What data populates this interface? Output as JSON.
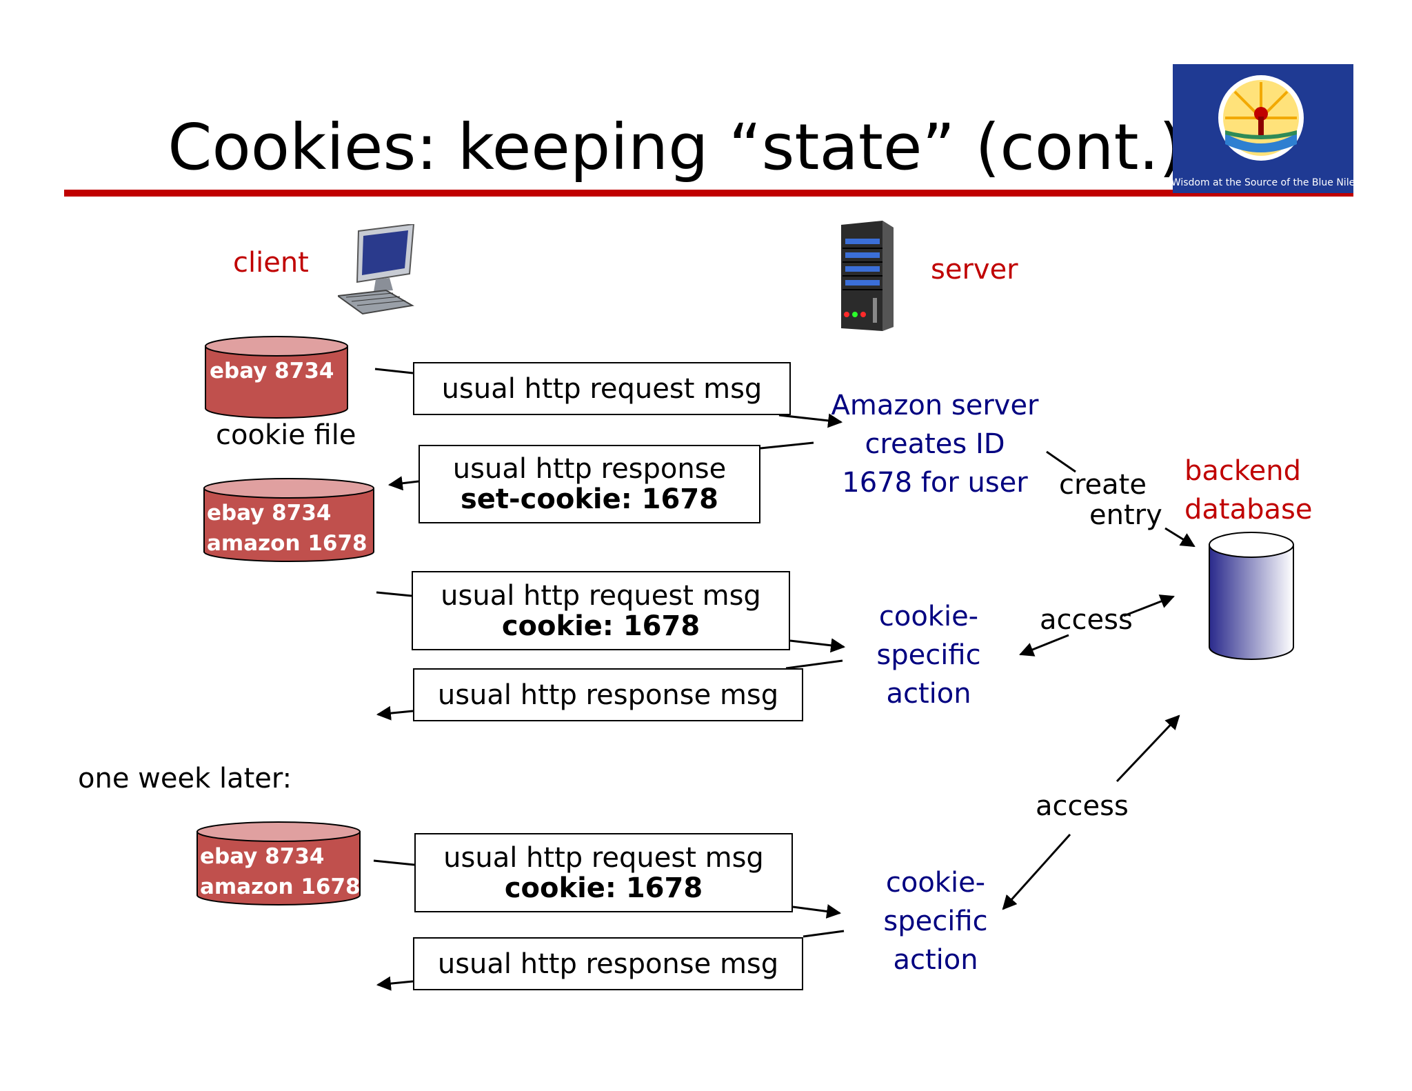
{
  "title": "Cookies: keeping “state” (cont.)",
  "logo": {
    "caption": "Wisdom at the Source of the Blue Nile"
  },
  "labels": {
    "client": "client",
    "server": "server",
    "cookie_file": "cookie file",
    "one_week_later": "one week later:",
    "amazon_server_line1": "Amazon server",
    "amazon_server_line2": "creates ID",
    "amazon_server_line3": "1678 for user",
    "create": "create",
    "entry": "entry",
    "backend": "backend",
    "database": "database",
    "access_1": "access",
    "access_2": "access",
    "action_1_line1": "cookie-",
    "action_1_line2": "specific",
    "action_1_line3": "action",
    "action_2_line1": "cookie-",
    "action_2_line2": "specific",
    "action_2_line3": "action"
  },
  "cookie_files": {
    "first": [
      "ebay 8734"
    ],
    "second": [
      "ebay 8734",
      "amazon 1678"
    ],
    "third": [
      "ebay 8734",
      "amazon 1678"
    ]
  },
  "messages": {
    "m1": {
      "line1": "usual http request msg"
    },
    "m2": {
      "line1": "usual http response",
      "line2": "set-cookie: 1678"
    },
    "m3": {
      "line1": "usual http request msg",
      "line2": "cookie: 1678"
    },
    "m4": {
      "line1": "usual http response msg"
    },
    "m5": {
      "line1": "usual http request msg",
      "line2": "cookie: 1678"
    },
    "m6": {
      "line1": "usual http response msg"
    }
  },
  "colors": {
    "title_rule": "#c00000",
    "label_red": "#c00000",
    "label_blue": "#000080",
    "cookie_cylinder": "#c0504d",
    "cookie_cylinder_top": "#e0a0a0",
    "database_cylinder": "#2a2a8c"
  }
}
